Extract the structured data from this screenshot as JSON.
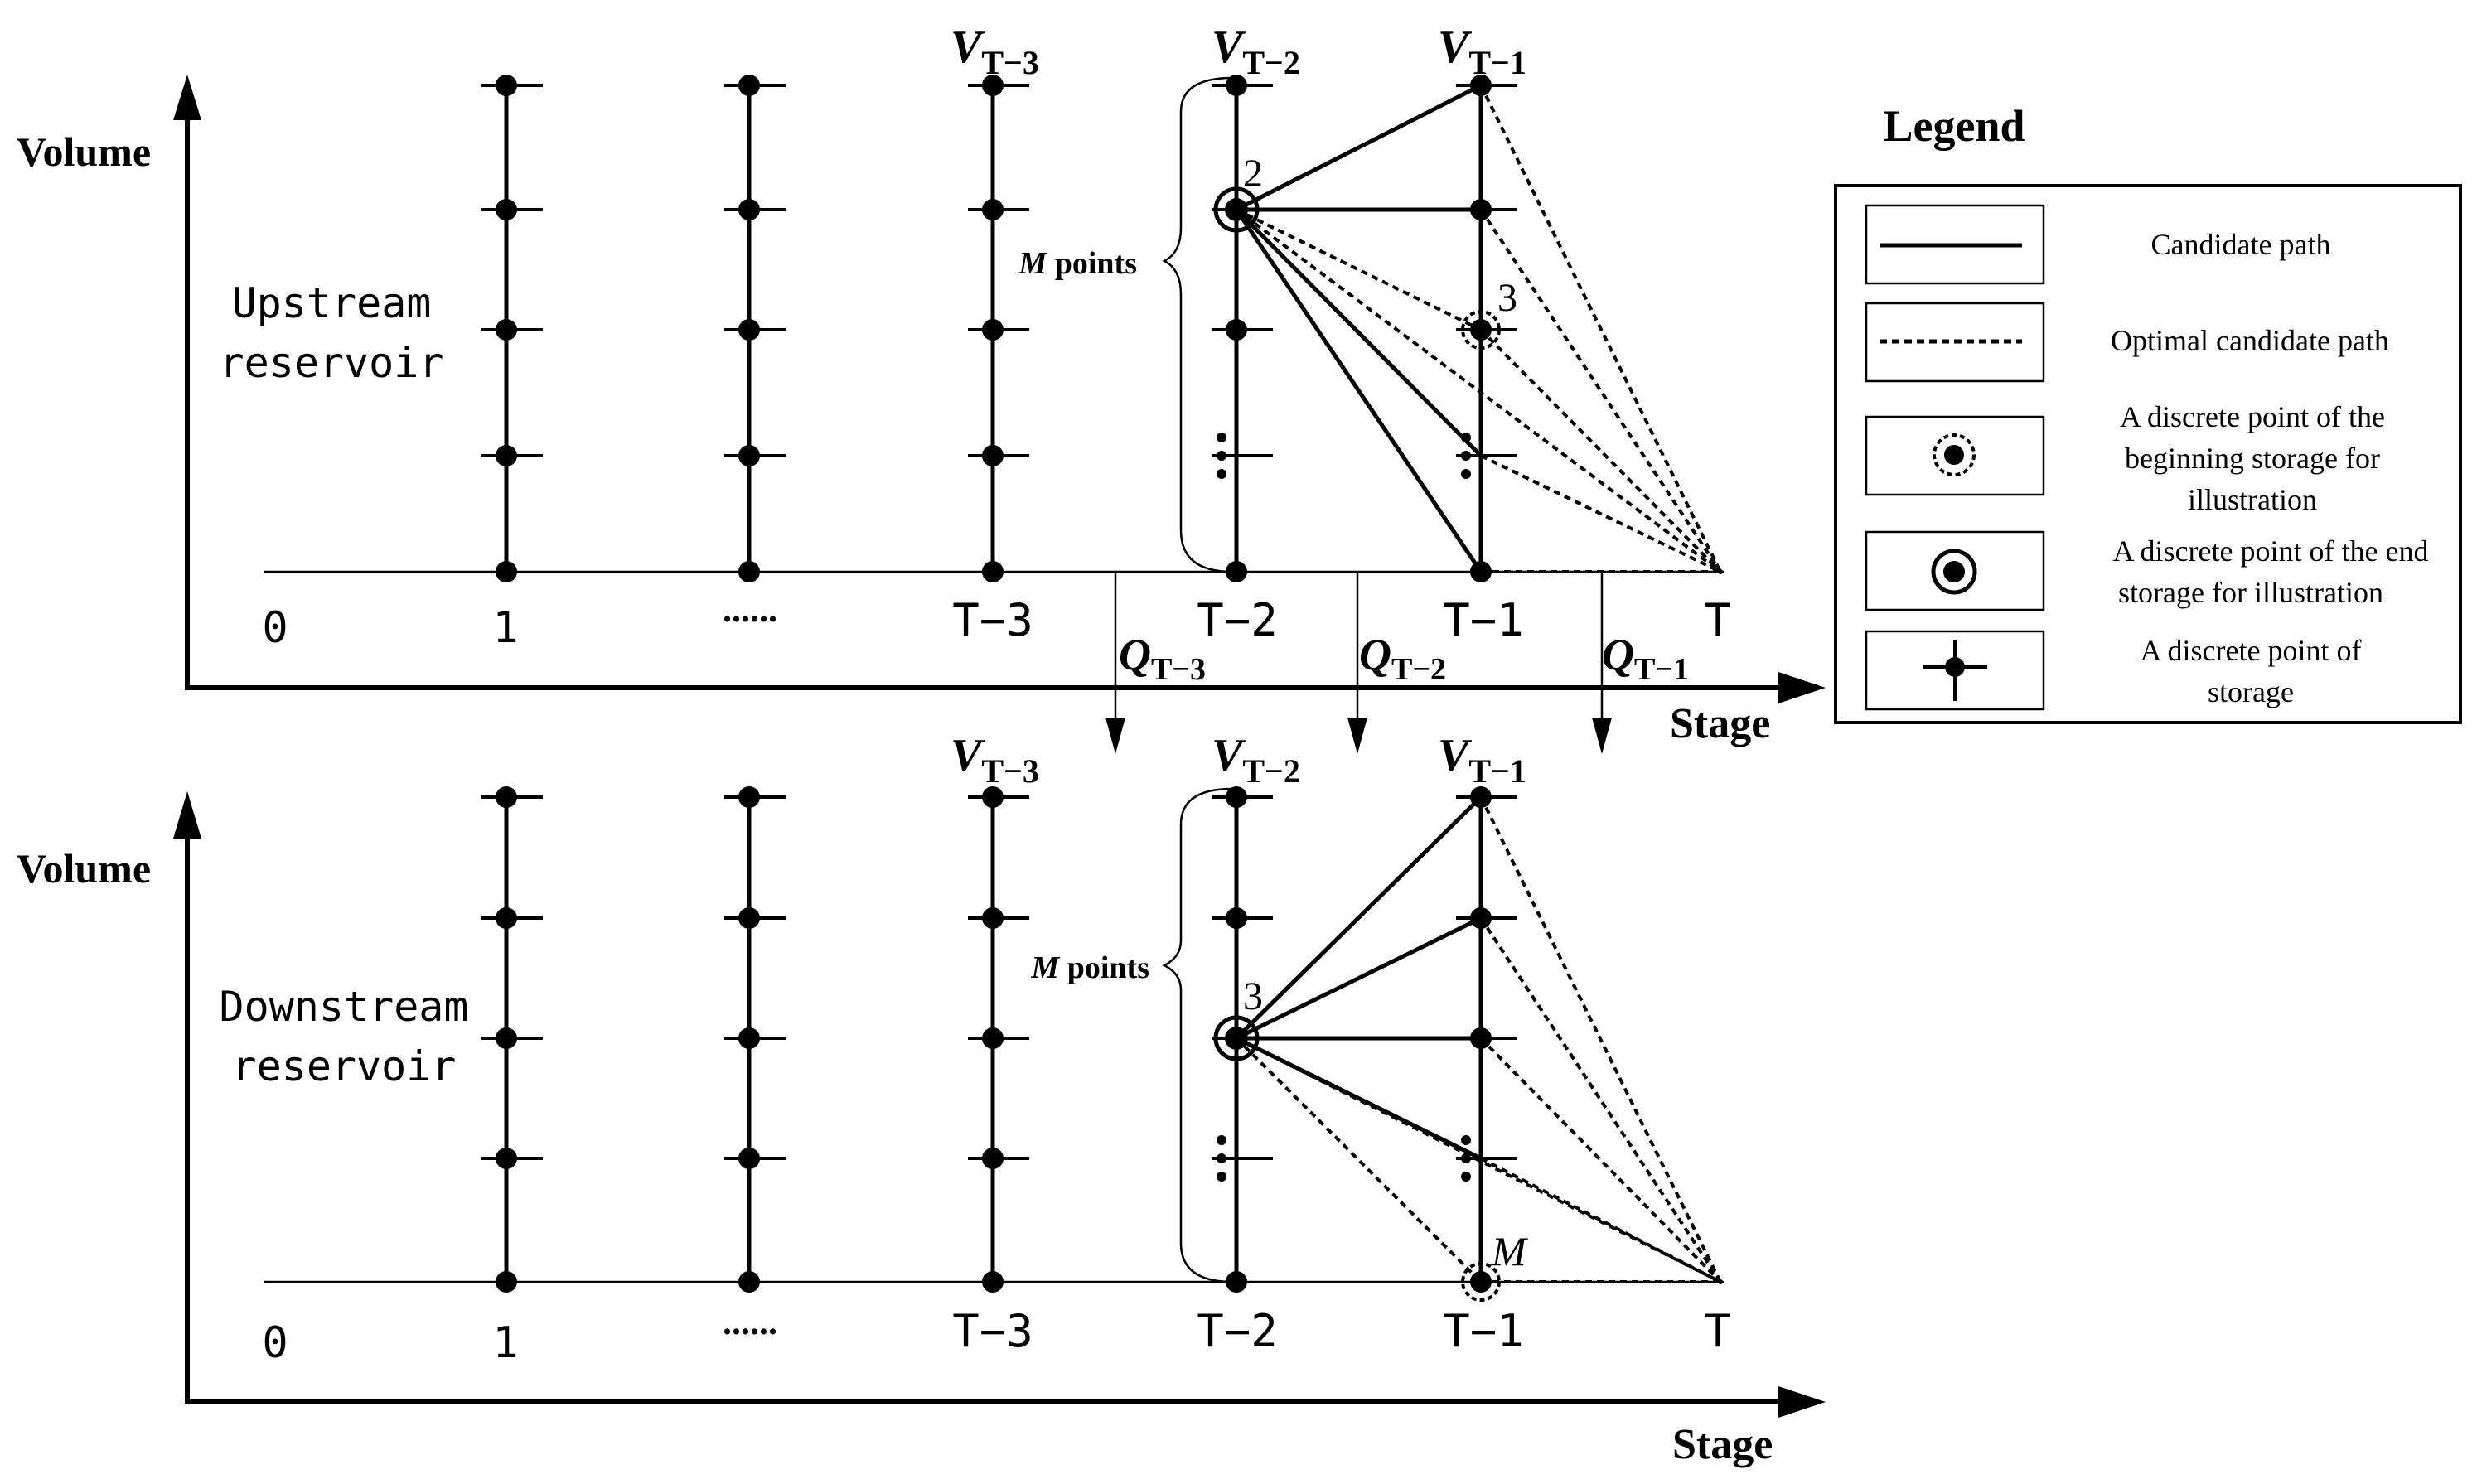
{
  "upper": {
    "axis_y": "Volume",
    "axis_x": "Stage",
    "reservoir_line1": "Upstream",
    "reservoir_line2": "reservoir",
    "stages": [
      "0",
      "1",
      "......",
      "T−3",
      "T−2",
      "T−1",
      "T"
    ],
    "v_labels": [
      {
        "main": "V",
        "sub": "T−3"
      },
      {
        "main": "V",
        "sub": "T−2"
      },
      {
        "main": "V",
        "sub": "T−1"
      }
    ],
    "m_points": {
      "italic": "M",
      "text": " points"
    },
    "end_point_number": "2",
    "begin_point_number": "3",
    "q_labels": [
      {
        "main": "Q",
        "sub": "T−3"
      },
      {
        "main": "Q",
        "sub": "T−2"
      },
      {
        "main": "Q",
        "sub": "T−1"
      }
    ]
  },
  "lower": {
    "axis_y": "Volume",
    "axis_x": "Stage",
    "reservoir_line1": "Downstream",
    "reservoir_line2": "reservoir",
    "stages": [
      "0",
      "1",
      "......",
      "T−3",
      "T−2",
      "T−1",
      "T"
    ],
    "v_labels": [
      {
        "main": "V",
        "sub": "T−3"
      },
      {
        "main": "V",
        "sub": "T−2"
      },
      {
        "main": "V",
        "sub": "T−1"
      }
    ],
    "m_points": {
      "italic": "M",
      "text": " points"
    },
    "end_point_number": "3",
    "begin_point_label": "M"
  },
  "legend": {
    "title": "Legend",
    "items": [
      {
        "icon": "solid-line-icon",
        "lines": [
          "Candidate path"
        ]
      },
      {
        "icon": "dashed-line-icon",
        "lines": [
          "Optimal candidate path"
        ]
      },
      {
        "icon": "dashed-circle-point-icon",
        "lines": [
          "A discrete point of the",
          "beginning storage for",
          "illustration"
        ]
      },
      {
        "icon": "double-circle-point-icon",
        "lines": [
          "A discrete point of the end",
          "storage for illustration"
        ]
      },
      {
        "icon": "cross-point-icon",
        "lines": [
          "A discrete point of",
          "storage"
        ]
      }
    ]
  }
}
